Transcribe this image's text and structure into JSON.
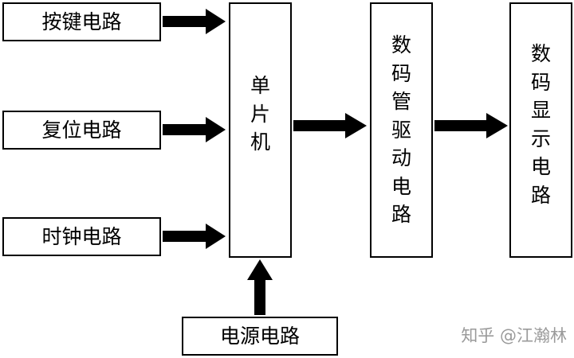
{
  "blocks": {
    "key_circuit": "按键电路",
    "reset_circuit": "复位电路",
    "clock_circuit": "时钟电路",
    "mcu": "单片机",
    "segment_driver": "数码管驱动电路",
    "segment_display": "数码显示电路",
    "power_circuit": "电源电路"
  },
  "watermark": "知乎 @江瀚林",
  "colors": {
    "line": "#000000",
    "background": "#ffffff",
    "watermark": "#9a9a9a"
  }
}
